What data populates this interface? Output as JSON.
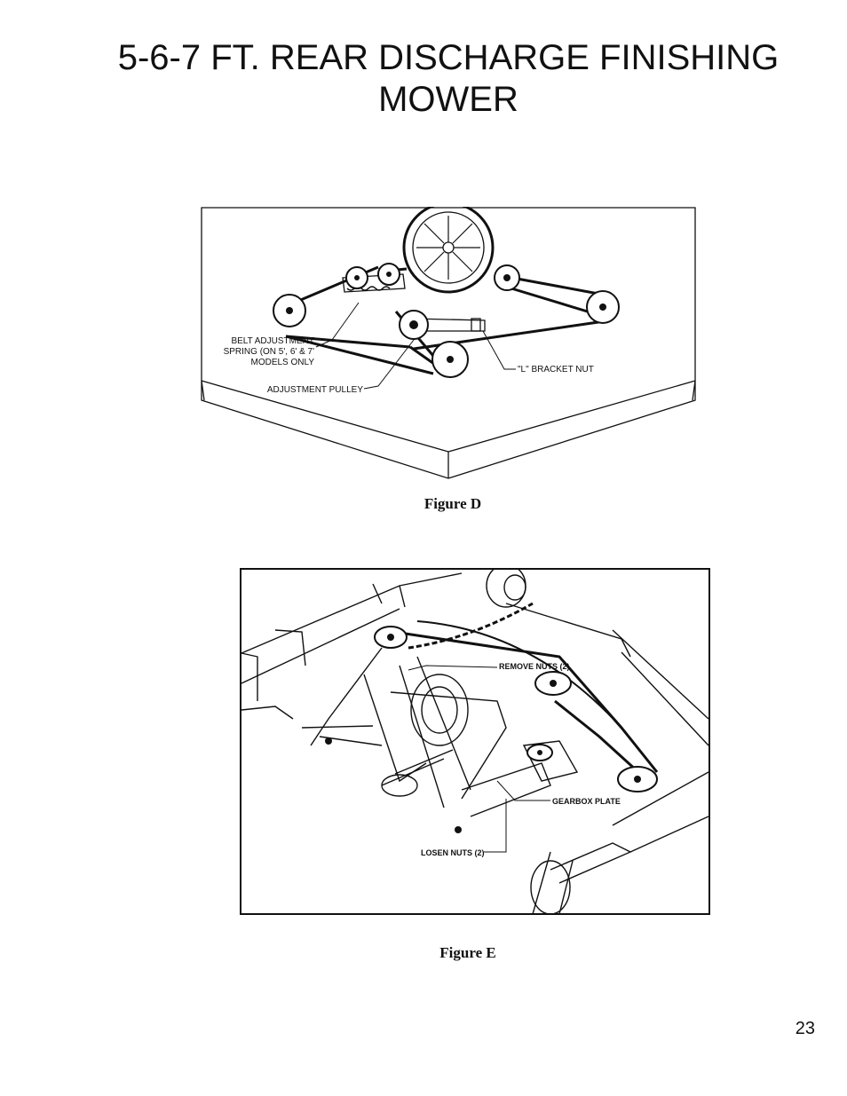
{
  "page": {
    "title_line1": "5-6-7 FT. REAR DISCHARGE FINISHING",
    "title_line2": "MOWER",
    "page_number": "23"
  },
  "figure_d": {
    "caption": "Figure D",
    "labels": {
      "belt_spring_1": "BELT ADJUSTMENT",
      "belt_spring_2": "SPRING (ON 5', 6' & 7'",
      "belt_spring_3": "MODELS ONLY",
      "adjustment_pulley": "ADJUSTMENT PULLEY",
      "l_bracket_nut": "\"L\" BRACKET NUT"
    }
  },
  "figure_e": {
    "caption": "Figure E",
    "labels": {
      "remove_nuts": "REMOVE NUTS (2)",
      "gearbox_plate": "GEARBOX PLATE",
      "losen_nuts": "LOSEN NUTS (2)"
    }
  }
}
